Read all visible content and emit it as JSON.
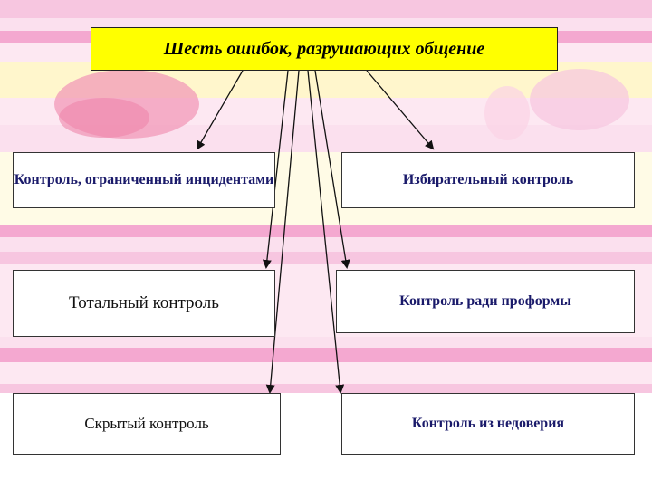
{
  "title": "Шесть ошибок, разрушающих общение",
  "boxes": {
    "left_1": "Контроль, ограниченный инцидентами",
    "right_1": "Избирательный контроль",
    "left_2": "Тотальный контроль",
    "right_2": "Контроль ради проформы",
    "left_3": "Скрытый контроль",
    "right_3": "Контроль из недоверия"
  },
  "colors": {
    "title_fill": "#ffff00",
    "stripe_pink": "#f4a8d0",
    "stripe_light": "#fbe0ee",
    "stripe_cream": "#fff6cc"
  }
}
